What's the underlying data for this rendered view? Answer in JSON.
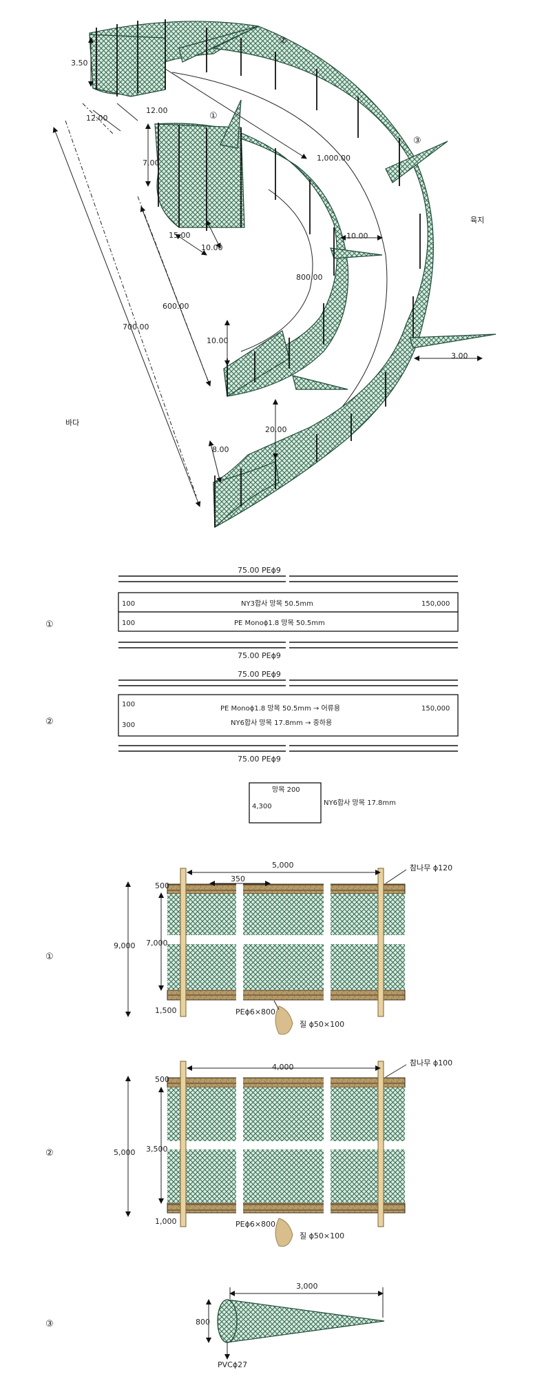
{
  "plan": {
    "markers": {
      "m1": "①",
      "m2": "②",
      "m3": "③"
    },
    "region_land": "육지",
    "region_sea": "바다",
    "dims": {
      "d350": "3.50",
      "d1200a": "12.00",
      "d1200b": "12.00",
      "d700": "7.00",
      "d1500": "15.00",
      "d1000a": "10.00",
      "d1000b": "10.00",
      "d1000c": "10.00",
      "d100000": "1,000.00",
      "d80000": "800.00",
      "d60000": "600.00",
      "d70000": "700.00",
      "d300": "3.00",
      "d2000": "20.00",
      "d800": "8.00"
    }
  },
  "section1": {
    "marker": "①",
    "rope_top": "75.00 PEϕ9",
    "row1_left": "100",
    "row1_mid": "NY3합사 망목 50.5mm",
    "row1_right": "150,000",
    "row2_left": "100",
    "row2_mid": "PE Monoϕ1.8 망목 50.5mm",
    "rope_bottom": "75.00 PEϕ9"
  },
  "section2": {
    "marker": "②",
    "rope_top": "75.00 PEϕ9",
    "row1_left": "100",
    "row1_mid": "PE Monoϕ1.8 망목 50.5mm → 어류용",
    "row1_right": "150,000",
    "row2_left": "300",
    "row2_mid": "NY6합사 망목 17.8mm → 중하용",
    "rope_bottom": "75.00 PEϕ9"
  },
  "section3": {
    "box_top": "망목 200",
    "box_left": "4,300",
    "side": "NY6합사 망목 17.8mm"
  },
  "elev1": {
    "marker": "①",
    "width": "5,000",
    "spacing": "350",
    "pole": "참나무 ϕ120",
    "height": "9,000",
    "top": "500",
    "net": "7,000",
    "bottom": "1,500",
    "rope": "PEϕ6×800",
    "sinker": "질 ϕ50×100"
  },
  "elev2": {
    "marker": "②",
    "width": "4,000",
    "pole": "참나무 ϕ100",
    "height": "5,000",
    "top": "500",
    "net": "3,500",
    "bottom": "1,000",
    "rope": "PEϕ6×800",
    "sinker": "질 ϕ50×100"
  },
  "cone": {
    "marker": "③",
    "length": "3,000",
    "dia": "800",
    "pipe": "PVCϕ27"
  }
}
